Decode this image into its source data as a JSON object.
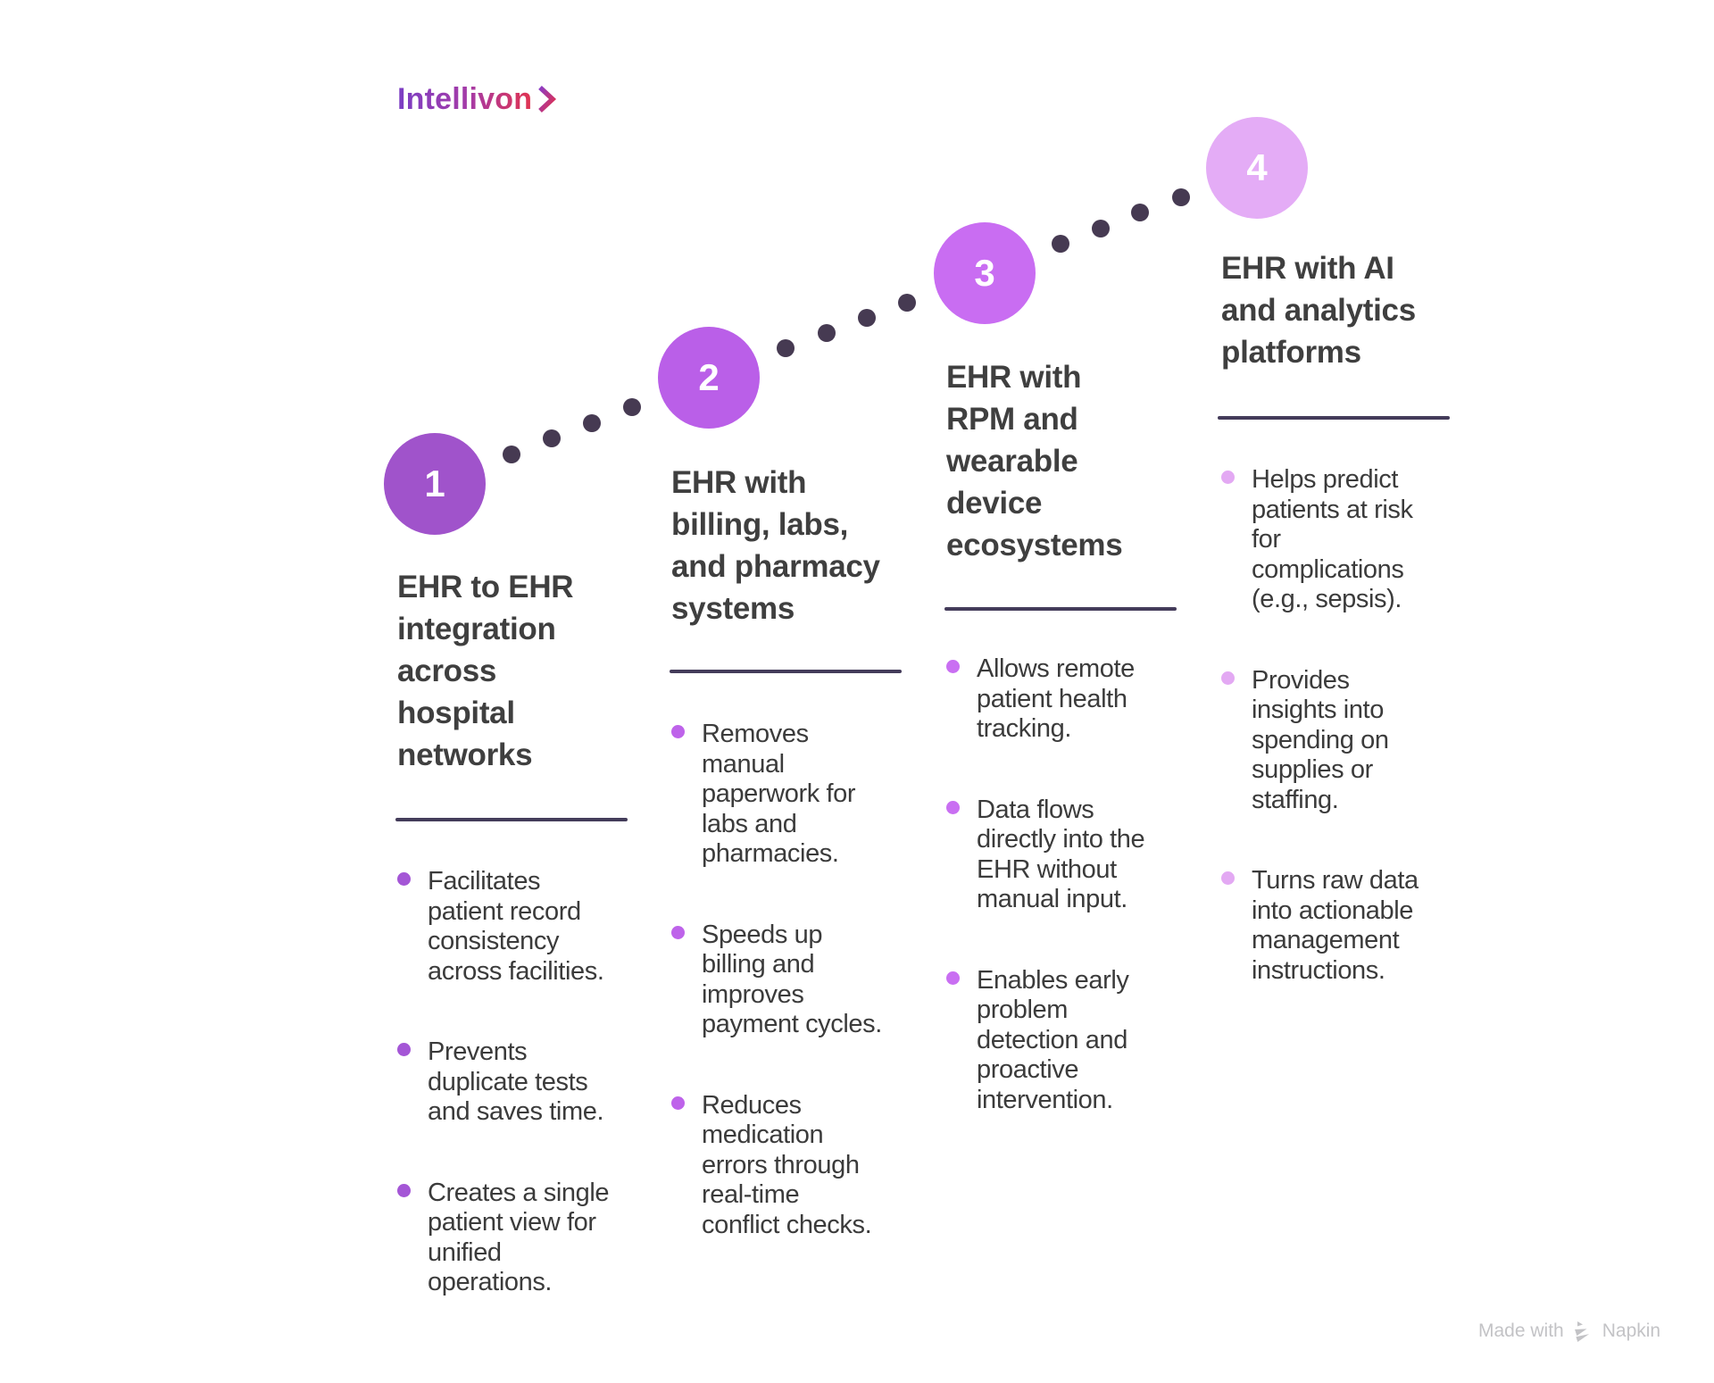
{
  "brand": {
    "name": "Intellivon",
    "chevron_icon": "right-chevron"
  },
  "palette": {
    "background": "#FFFFFF",
    "step_circle_colors": [
      "#A053CB",
      "#BA5FE8",
      "#C96DF2",
      "#E4ACF6"
    ],
    "bullet_dot_colors": [
      "#A456D6",
      "#BE63EA",
      "#C96FF2",
      "#E3A9F3"
    ],
    "connector_dot": "#463A52",
    "divider": "#443C5A",
    "heading_text": "#3F3F3F",
    "body_text": "#3B3B3B",
    "circle_number_text": "#FFFFFF",
    "watermark_text": "#C3C3C6",
    "logo_gradient": [
      "#7B3FC4",
      "#A43BA8",
      "#E13350"
    ]
  },
  "steps": [
    {
      "number": "1",
      "title": "EHR to EHR\nintegration\nacross\nhospital\nnetworks",
      "circle_color": "#A053CB",
      "bullet_color": "#A456D6",
      "bullets": [
        "Facilitates\npatient record\nconsistency\nacross facilities.",
        "Prevents\nduplicate tests\nand saves time.",
        "Creates a single\npatient view for\nunified\noperations."
      ]
    },
    {
      "number": "2",
      "title": "EHR with\nbilling, labs,\nand pharmacy\nsystems",
      "circle_color": "#BA5FE8",
      "bullet_color": "#BE63EA",
      "bullets": [
        "Removes\nmanual\npaperwork for\nlabs and\npharmacies.",
        "Speeds up\nbilling and\nimproves\npayment cycles.",
        "Reduces\nmedication\nerrors through\nreal-time\nconflict checks."
      ]
    },
    {
      "number": "3",
      "title": "EHR with\nRPM and\nwearable\ndevice\necosystems",
      "circle_color": "#C96DF2",
      "bullet_color": "#C96FF2",
      "bullets": [
        "Allows remote\npatient health\ntracking.",
        "Data flows\ndirectly into the\nEHR without\nmanual input.",
        "Enables early\nproblem\ndetection and\nproactive\nintervention."
      ]
    },
    {
      "number": "4",
      "title": "EHR with AI\nand analytics\nplatforms",
      "circle_color": "#E4ACF6",
      "bullet_color": "#E3A9F3",
      "bullets": [
        "Helps predict\npatients at risk\nfor\ncomplications\n(e.g., sepsis).",
        "Provides\ninsights into\nspending on\nsupplies or\nstaffing.",
        "Turns raw data\ninto actionable\nmanagement\ninstructions."
      ]
    }
  ],
  "watermark": {
    "prefix": "Made with",
    "brand": "Napkin"
  }
}
